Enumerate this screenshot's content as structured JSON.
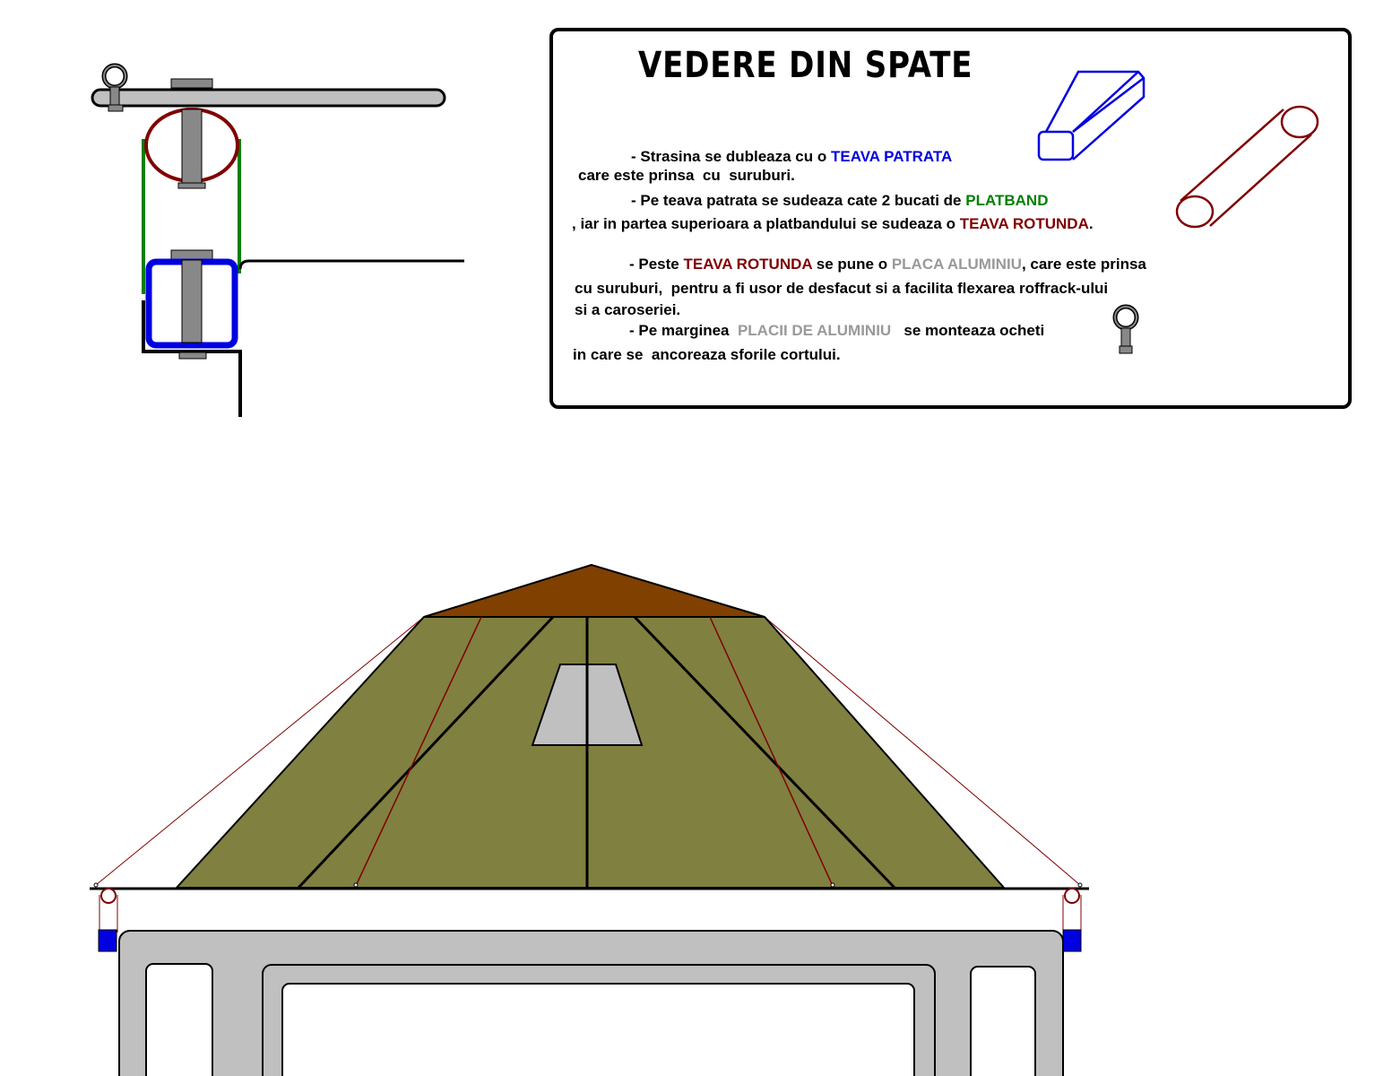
{
  "title": "VEDERE DIN SPATE",
  "lines": [
    {
      "a": "- Strasina se dubleaza cu o ",
      "b": "TEAVA PATRATA"
    },
    {
      "a": "care este prinsa  cu  suruburi."
    },
    {
      "a": "- Pe teava patrata se sudeaza cate 2 bucati de ",
      "b": "PLATBAND"
    },
    {
      "a": ", iar in partea superioara a platbandului se sudeaza o ",
      "b": "TEAVA ROTUNDA",
      "c": "."
    },
    {
      "a": "- Peste ",
      "b": "TEAVA ROTUNDA",
      "c": " se pune o ",
      "d": "PLACA ALUMINIU",
      ", ": "",
      "e": ", care este prinsa"
    },
    {
      "a": "cu suruburi,  pentru a fi usor de desfacut si a facilita flexarea roffrack-ului"
    },
    {
      "a": "si a caroseriei."
    },
    {
      "a": "- Pe marginea  ",
      "b": "PLACII DE ALUMINIU",
      "c": "   se monteaza ocheti"
    },
    {
      "a": "in care se  ancoreaza sforile cortului."
    }
  ],
  "colors": {
    "square_tube": "#0000e0",
    "flat_bar": "#008000",
    "round_tube": "#800000",
    "aluminium": "#c0c0c0",
    "tent": "#808040",
    "roof_top": "#804000"
  }
}
